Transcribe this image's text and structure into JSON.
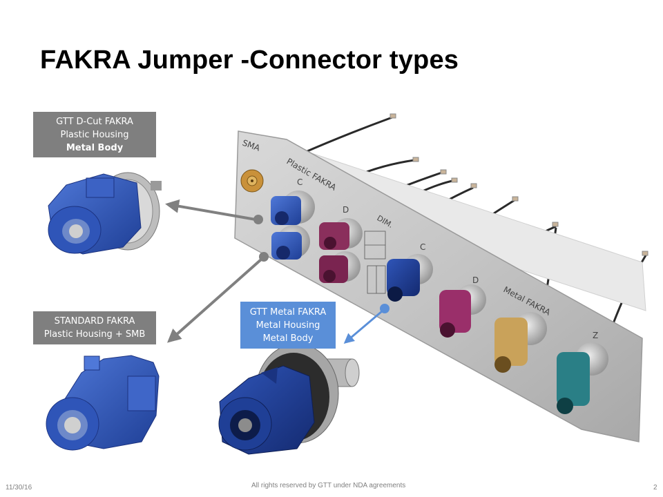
{
  "slide": {
    "title": "FAKRA Jumper -Connector types",
    "labels": {
      "dcut": {
        "line1": "GTT D-Cut FAKRA",
        "line2": "Plastic Housing",
        "line3": "Metal Body"
      },
      "standard": {
        "line1": "STANDARD FAKRA",
        "line2": "Plastic Housing + SMB"
      },
      "metal": {
        "line1": "GTT Metal FAKRA",
        "line2": "Metal Housing",
        "line3": "Metal Body"
      }
    },
    "panel_text": {
      "sma": "SMA",
      "plastic": "Plastic FAKRA",
      "c1": "C",
      "d1": "D",
      "dim": "DIM.",
      "c2": "C",
      "d2": "D",
      "metal": "Metal FAKRA",
      "z": "Z"
    },
    "colors": {
      "label_grey": "#7f7f7f",
      "label_blue": "#5a8fd8",
      "arrow_grey": "#808080",
      "arrow_blue": "#5a8fd8",
      "fakra_blue": "#2e55b8",
      "fakra_violet": "#8a2f5c",
      "fakra_curry": "#c9a25a",
      "fakra_water_blue": "#2a7f86"
    }
  },
  "footer": {
    "date": "11/30/16",
    "copyright": "All rights reserved by GTT under NDA agreements",
    "page": "2"
  }
}
